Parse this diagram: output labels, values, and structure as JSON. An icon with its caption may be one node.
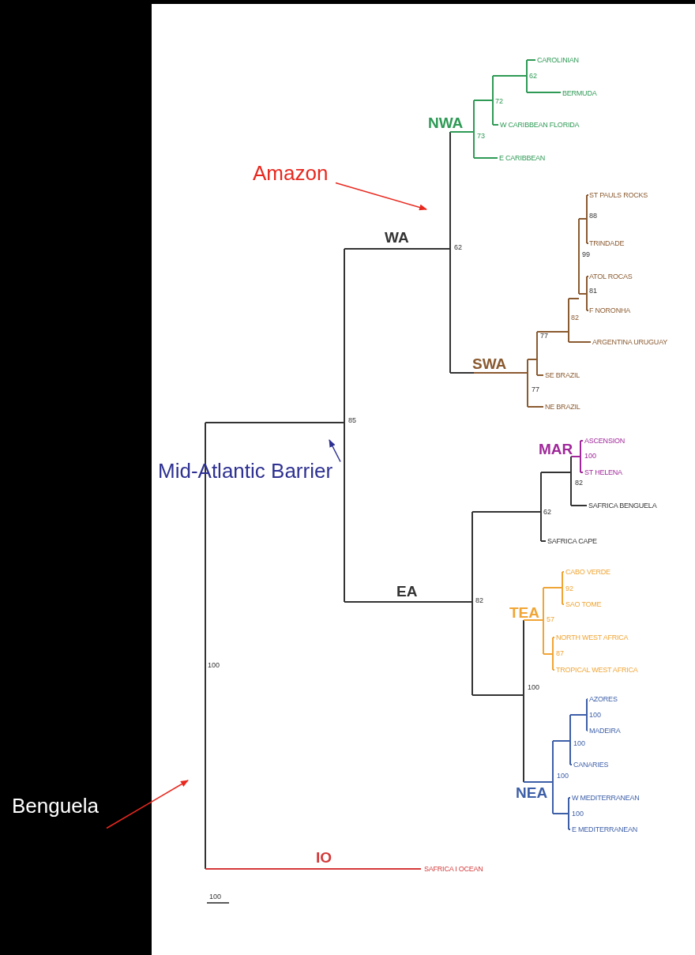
{
  "diagram": {
    "nodes": [
      {
        "text": [
          "Amazon"
        ]
      },
      {
        "text": [
          "Mid-Atlantic Barrier"
        ]
      },
      {
        "text": [
          "Benguela"
        ]
      }
    ],
    "edges": [
      {
        "from": 0,
        "to": null,
        "arrow": "to"
      },
      {
        "from": 1,
        "to": null,
        "arrow": "to",
        "color": "#2e3192"
      },
      {
        "from": 2,
        "to": null,
        "arrow": "to"
      }
    ],
    "labels": [
      "CAROLINIAN",
      "62",
      "BERMUDA",
      "72",
      "NWA",
      "W CARIBBEAN FLORIDA",
      "73",
      "E CARIBBEAN",
      "ST PAULS ROCKS",
      "88",
      "WA",
      "TRINDADE",
      "62",
      "99",
      "ATOL ROCAS",
      "81",
      "F NORONHA",
      "82",
      "77",
      "ARGENTINA URUGUAY",
      "SWA",
      "SE BRAZIL",
      "77",
      "NE BRAZIL",
      "85",
      "ASCENSION",
      "MAR",
      "100",
      "ST HELENA",
      "82",
      "SAFRICA BENGUELA",
      "62",
      "SAFRICA CAPE",
      "CABO VERDE",
      "92",
      "EA",
      "82",
      "SAO TOME",
      "TEA",
      "57",
      "NORTH WEST AFRICA",
      "87",
      "100",
      "TROPICAL WEST AFRICA",
      "100",
      "AZORES",
      "100",
      "MADEIRA",
      "100",
      "CANARIES",
      "100",
      "NEA",
      "W MEDITERRANEAN",
      "100",
      "E MEDITERRANEAN",
      "IO",
      "SAFRICA I OCEAN",
      "100"
    ]
  }
}
